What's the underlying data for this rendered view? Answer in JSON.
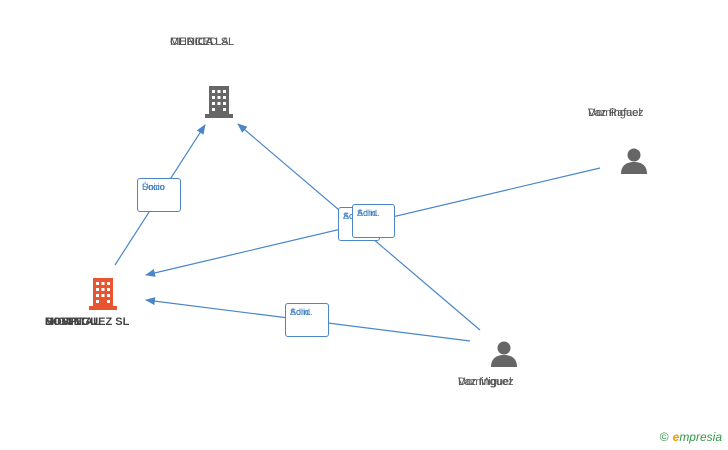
{
  "nodes": {
    "clinica": {
      "lines": [
        "CLINICA",
        "MEDICA LA",
        "MERCED  SL"
      ],
      "icon": "building-icon",
      "color": "#666666"
    },
    "hospital": {
      "lines": [
        "HOSPITAL",
        "MIGUEL",
        "DOMINGUEZ SL"
      ],
      "icon": "building-icon",
      "color": "#e8552e"
    },
    "rafael": {
      "lines": [
        "Dominguez",
        "Vaz Rafael"
      ],
      "icon": "person-icon",
      "color": "#666666"
    },
    "miguel": {
      "lines": [
        "Dominguez",
        "Vaz Miguel"
      ],
      "icon": "person-icon",
      "color": "#666666"
    }
  },
  "edges": [
    {
      "from": "hospital",
      "to": "clinica",
      "label": [
        "Socio",
        "Único"
      ]
    },
    {
      "from": "miguel",
      "to": "clinica",
      "label": [
        "Adm.",
        "Solid."
      ]
    },
    {
      "from": "rafael",
      "to": "hospital",
      "label": [
        "Adm.",
        "Solid."
      ]
    },
    {
      "from": "miguel",
      "to": "hospital",
      "label": [
        "Adm.",
        "Solid."
      ]
    }
  ],
  "edge_color": "#4a86c8",
  "brand": {
    "copyright": "©",
    "e": "e",
    "rest": "mpresia",
    "color": "#2f9a49"
  }
}
